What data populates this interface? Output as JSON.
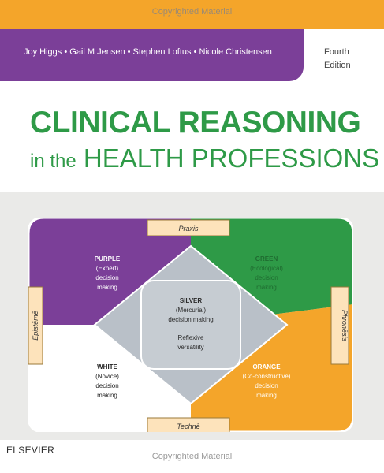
{
  "watermark": "Copyrighted Material",
  "authors": "Joy Higgs  •  Gail M Jensen  •  Stephen Loftus  •  Nicole Christensen",
  "edition": {
    "line1": "Fourth",
    "line2": "Edition"
  },
  "title": {
    "main": "CLINICAL REASONING",
    "sub_prefix": "in the",
    "sub_main": "HEALTH PROFESSIONS"
  },
  "diagram": {
    "praxis": "Praxis",
    "techne": "Technē",
    "episteme": "Epistēmē",
    "phronesis": "Phronēsis",
    "purple": {
      "name": "PURPLE",
      "l1": "(Expert)",
      "l2": "decision",
      "l3": "making"
    },
    "green": {
      "name": "GREEN",
      "l1": "(Ecological)",
      "l2": "decision",
      "l3": "making"
    },
    "white": {
      "name": "WHITE",
      "l1": "(Novice)",
      "l2": "decision",
      "l3": "making"
    },
    "orange": {
      "name": "ORANGE",
      "l1": "(Co-constructive)",
      "l2": "decision",
      "l3": "making"
    },
    "silver": {
      "name": "SILVER",
      "l1": "(Mercurial)",
      "l2": "decision making",
      "l3": "Reflexive",
      "l4": "versatility"
    }
  },
  "colors": {
    "orange": "#f4a52a",
    "purple": "#7b3f98",
    "green": "#2e9a47",
    "silver": "#b9c0c8"
  },
  "publisher": "ELSEVIER"
}
